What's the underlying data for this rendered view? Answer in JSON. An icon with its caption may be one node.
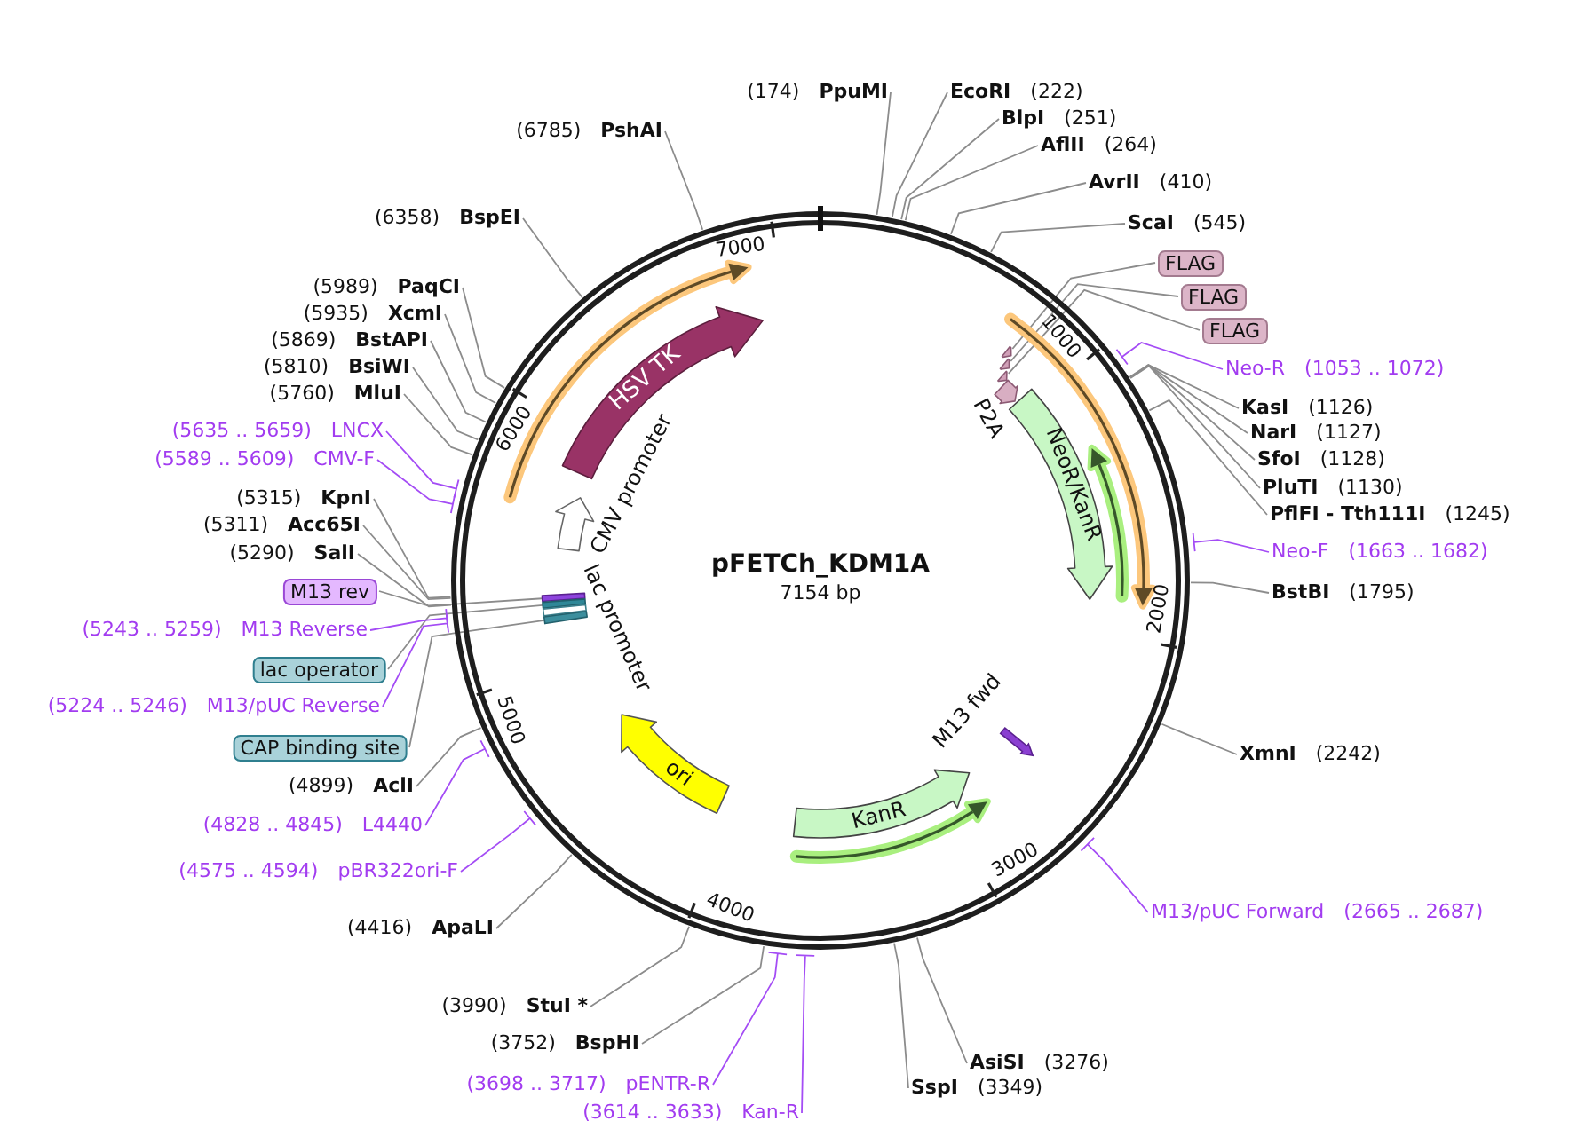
{
  "diagram": {
    "nodes": [
      {
        "text": [
          "pFETCh_KDM1A",
          "7154 bp"
        ]
      },
      {
        "text": [
          "(174)",
          "PpuMI"
        ]
      },
      {
        "text": [
          "EcoRI",
          "(222)"
        ]
      },
      {
        "text": [
          "BlpI",
          "(251)"
        ]
      },
      {
        "text": [
          "AflII",
          "(264)"
        ]
      },
      {
        "text": [
          "AvrII",
          "(410)"
        ]
      },
      {
        "text": [
          "ScaI",
          "(545)"
        ]
      },
      {
        "text": [
          "FLAG"
        ]
      },
      {
        "text": [
          "FLAG"
        ]
      },
      {
        "text": [
          "FLAG"
        ]
      },
      {
        "text": [
          "Neo-R",
          "(1053 .. 1072)"
        ]
      },
      {
        "text": [
          "KasI",
          "(1126)"
        ]
      },
      {
        "text": [
          "NarI",
          "(1127)"
        ]
      },
      {
        "text": [
          "SfoI",
          "(1128)"
        ]
      },
      {
        "text": [
          "PluTI",
          "(1130)"
        ]
      },
      {
        "text": [
          "PflFI - Tth111I",
          "(1245)"
        ]
      },
      {
        "text": [
          "Neo-F",
          "(1663 .. 1682)"
        ]
      },
      {
        "text": [
          "BstBI",
          "(1795)"
        ]
      },
      {
        "text": [
          "XmnI",
          "(2242)"
        ]
      },
      {
        "text": [
          "M13/pUC Forward",
          "(2665 .. 2687)"
        ]
      },
      {
        "text": [
          "AsiSI",
          "(3276)"
        ]
      },
      {
        "text": [
          "SspI",
          "(3349)"
        ]
      },
      {
        "text": [
          "(3614 .. 3633)",
          "Kan-R"
        ]
      },
      {
        "text": [
          "(3698 .. 3717)",
          "pENTR-R"
        ]
      },
      {
        "text": [
          "(3752)",
          "BspHI"
        ]
      },
      {
        "text": [
          "(3990)",
          "StuI *"
        ]
      },
      {
        "text": [
          "(4416)",
          "ApaLI"
        ]
      },
      {
        "text": [
          "(4575 .. 4594)",
          "pBR322ori-F"
        ]
      },
      {
        "text": [
          "(4828 .. 4845)",
          "L4440"
        ]
      },
      {
        "text": [
          "(4899)",
          "AclI"
        ]
      },
      {
        "text": [
          "CAP binding site"
        ]
      },
      {
        "text": [
          "(5224 .. 5246)",
          "M13/pUC Reverse"
        ]
      },
      {
        "text": [
          "lac operator"
        ]
      },
      {
        "text": [
          "(5243 .. 5259)",
          "M13 Reverse"
        ]
      },
      {
        "text": [
          "M13 rev"
        ]
      },
      {
        "text": [
          "(5290)",
          "SalI"
        ]
      },
      {
        "text": [
          "(5311)",
          "Acc65I"
        ]
      },
      {
        "text": [
          "(5315)",
          "KpnI"
        ]
      },
      {
        "text": [
          "(5589 .. 5609)",
          "CMV-F"
        ]
      },
      {
        "text": [
          "(5635 .. 5659)",
          "LNCX"
        ]
      },
      {
        "text": [
          "(5760)",
          "MluI"
        ]
      },
      {
        "text": [
          "(5810)",
          "BsiWI"
        ]
      },
      {
        "text": [
          "(5869)",
          "BstAPI"
        ]
      },
      {
        "text": [
          "(5935)",
          "XcmI"
        ]
      },
      {
        "text": [
          "(5989)",
          "PaqCI"
        ]
      },
      {
        "text": [
          "(6358)",
          "BspEI"
        ]
      },
      {
        "text": [
          "(6785)",
          "PshAI"
        ]
      },
      {
        "text": [
          "HSV TK"
        ],
        "in": 0
      },
      {
        "text": [],
        "shape": "arrow",
        "beside": [
          "CMV promoter"
        ],
        "in": 0
      },
      {
        "text": [],
        "shape": "arrow",
        "in": 0
      },
      {
        "text": [],
        "shape": "arrow",
        "in": 0
      },
      {
        "text": [],
        "shape": "arrow",
        "in": 0
      },
      {
        "text": [],
        "shape": "arrow",
        "beside": [
          "P2A"
        ],
        "in": 0
      },
      {
        "text": [
          "NeoR/KanR"
        ],
        "in": 0
      },
      {
        "text": [],
        "shape": "arrow",
        "beside": [
          "M13 fwd"
        ],
        "in": 0
      },
      {
        "text": [
          "KanR"
        ],
        "in": 0
      },
      {
        "text": [
          "ori"
        ],
        "in": 0
      },
      {
        "text": [],
        "shape": "bar",
        "in": 0
      },
      {
        "text": [],
        "shape": "bar",
        "in": 0
      },
      {
        "text": [],
        "shape": "bar",
        "beside": [
          "lac promoter"
        ],
        "in": 0
      },
      {
        "text": [],
        "shape": "bar",
        "in": 0
      }
    ],
    "edges": [
      {
        "from": 1,
        "to": 0,
        "arrow": "none"
      },
      {
        "from": 2,
        "to": 0,
        "arrow": "none"
      },
      {
        "from": 3,
        "to": 0,
        "arrow": "none"
      },
      {
        "from": 4,
        "to": 0,
        "arrow": "none"
      },
      {
        "from": 5,
        "to": 0,
        "arrow": "none"
      },
      {
        "from": 6,
        "to": 0,
        "arrow": "none"
      },
      {
        "from": 7,
        "to": 49,
        "arrow": "none"
      },
      {
        "from": 8,
        "to": 50,
        "arrow": "none"
      },
      {
        "from": 9,
        "to": 51,
        "arrow": "none"
      },
      {
        "from": 10,
        "to": 0,
        "arrow": "none",
        "color": "#a44cf5"
      },
      {
        "from": 11,
        "to": 0,
        "arrow": "none"
      },
      {
        "from": 12,
        "to": 0,
        "arrow": "none"
      },
      {
        "from": 13,
        "to": 0,
        "arrow": "none"
      },
      {
        "from": 14,
        "to": 0,
        "arrow": "none"
      },
      {
        "from": 15,
        "to": 0,
        "arrow": "none"
      },
      {
        "from": 16,
        "to": 0,
        "arrow": "none",
        "color": "#a44cf5"
      },
      {
        "from": 17,
        "to": 0,
        "arrow": "none"
      },
      {
        "from": 18,
        "to": 0,
        "arrow": "none"
      },
      {
        "from": 19,
        "to": 0,
        "arrow": "none",
        "color": "#a44cf5"
      },
      {
        "from": 20,
        "to": 0,
        "arrow": "none"
      },
      {
        "from": 21,
        "to": 0,
        "arrow": "none"
      },
      {
        "from": 22,
        "to": 0,
        "arrow": "none",
        "color": "#a44cf5"
      },
      {
        "from": 23,
        "to": 0,
        "arrow": "none",
        "color": "#a44cf5"
      },
      {
        "from": 24,
        "to": 0,
        "arrow": "none"
      },
      {
        "from": 25,
        "to": 0,
        "arrow": "none"
      },
      {
        "from": 26,
        "to": 0,
        "arrow": "none"
      },
      {
        "from": 27,
        "to": 0,
        "arrow": "none",
        "color": "#a44cf5"
      },
      {
        "from": 28,
        "to": 0,
        "arrow": "none",
        "color": "#a44cf5"
      },
      {
        "from": 29,
        "to": 0,
        "arrow": "none"
      },
      {
        "from": 30,
        "to": 60,
        "arrow": "none"
      },
      {
        "from": 31,
        "to": 0,
        "arrow": "none",
        "color": "#a44cf5"
      },
      {
        "from": 32,
        "to": 58,
        "arrow": "none"
      },
      {
        "from": 33,
        "to": 0,
        "arrow": "none",
        "color": "#a44cf5"
      },
      {
        "from": 34,
        "to": 57,
        "arrow": "none"
      },
      {
        "from": 35,
        "to": 0,
        "arrow": "none"
      },
      {
        "from": 36,
        "to": 0,
        "arrow": "none"
      },
      {
        "from": 37,
        "to": 0,
        "arrow": "none"
      },
      {
        "from": 38,
        "to": 0,
        "arrow": "none",
        "color": "#a44cf5"
      },
      {
        "from": 39,
        "to": 0,
        "arrow": "none",
        "color": "#a44cf5"
      },
      {
        "from": 40,
        "to": 0,
        "arrow": "none"
      },
      {
        "from": 41,
        "to": 0,
        "arrow": "none"
      },
      {
        "from": 42,
        "to": 0,
        "arrow": "none"
      },
      {
        "from": 43,
        "to": 0,
        "arrow": "none"
      },
      {
        "from": 44,
        "to": 0,
        "arrow": "none"
      },
      {
        "from": 45,
        "to": 0,
        "arrow": "none"
      },
      {
        "from": 46,
        "to": 0,
        "arrow": "none"
      }
    ],
    "labels": [
      "1000",
      "2000",
      "3000",
      "4000",
      "5000",
      "6000",
      "7000"
    ]
  }
}
